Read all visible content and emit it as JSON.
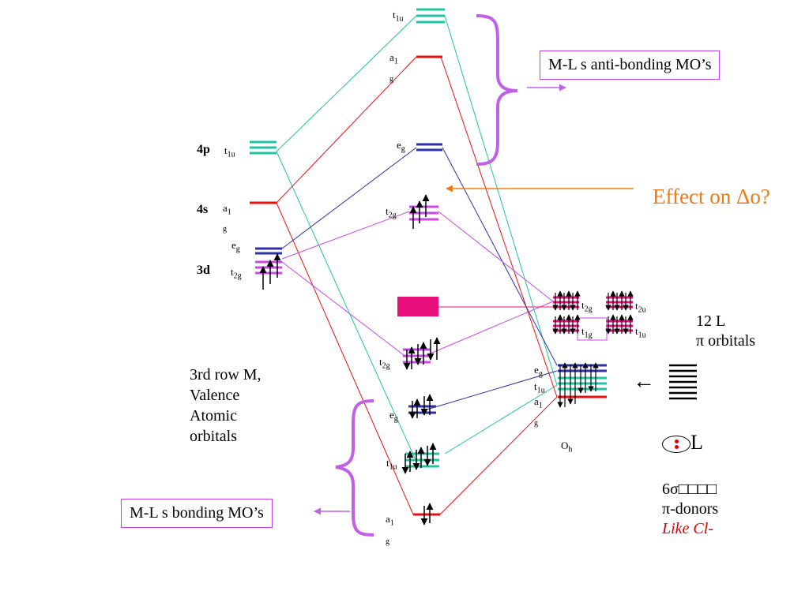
{
  "atomic": {
    "p4": {
      "name": "4p",
      "sym": "t",
      "sub": "1u"
    },
    "s4": {
      "name": "4s",
      "sym": "a",
      "sub": "1",
      "g": "g"
    },
    "d3_eg": {
      "sym": "e",
      "sub": "g"
    },
    "d3_t2g": {
      "name": "3d",
      "sym": "t",
      "sub": "2g"
    }
  },
  "mo": {
    "t1u_top": {
      "sym": "t",
      "sub": "1u"
    },
    "a1g_top": {
      "sym": "a",
      "sub": "1",
      "g": "g"
    },
    "eg_top": {
      "sym": "e",
      "sub": "g"
    },
    "t2g_upper": {
      "sym": "t",
      "sub": "2g"
    },
    "t2g_lower": {
      "sym": "t",
      "sub": "2g"
    },
    "eg_low": {
      "sym": "e",
      "sub": "g"
    },
    "t1u_low": {
      "sym": "t",
      "sub": "1u"
    },
    "a1g_low": {
      "sym": "a",
      "sub": "1",
      "g": "g"
    }
  },
  "ligand": {
    "t2g": {
      "sym": "t",
      "sub": "2g"
    },
    "t2u": {
      "sym": "t",
      "sub": "2u"
    },
    "t1g": {
      "sym": "t",
      "sub": "1g"
    },
    "t1u_pi": {
      "sym": "t",
      "sub": "1u"
    },
    "eg": {
      "sym": "e",
      "sub": "g"
    },
    "t1u": {
      "sym": "t",
      "sub": "1u"
    },
    "a1g": {
      "sym": "a",
      "sub": "1",
      "g": "g"
    },
    "oh": {
      "sym": "O",
      "sub": "h"
    }
  },
  "text": {
    "antibonding_box": "M-L s anti-bonding MO’s",
    "bonding_box": "M-L s bonding MO’s",
    "effect": "Effect on Δo?",
    "pi_count_line1": "12 L",
    "pi_count_line2": "π orbitals",
    "valence_line1": "3rd row M,",
    "valence_line2": "Valence",
    "valence_line3": "Atomic",
    "valence_line4": "orbitals",
    "arrow_left": "←",
    "ligand_L": "L",
    "donor_line1": "6σ□□□□",
    "donor_line2": "π-donors",
    "donor_line3": "Like Cl-"
  },
  "colors": {
    "teal": "#20c4a0",
    "red": "#e81010",
    "blue": "#3030a8",
    "violet": "#c848e8",
    "magenta": "#e8107a",
    "orange": "#f07a14",
    "brace": "#c060e8"
  }
}
